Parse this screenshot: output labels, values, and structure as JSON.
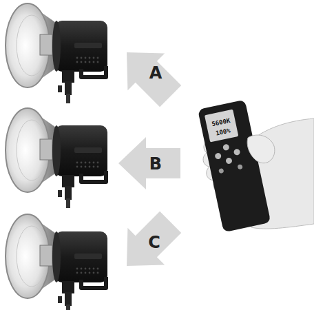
{
  "diagram": {
    "labels": [
      "A",
      "B",
      "C",
      "5600K",
      "100%"
    ]
  }
}
